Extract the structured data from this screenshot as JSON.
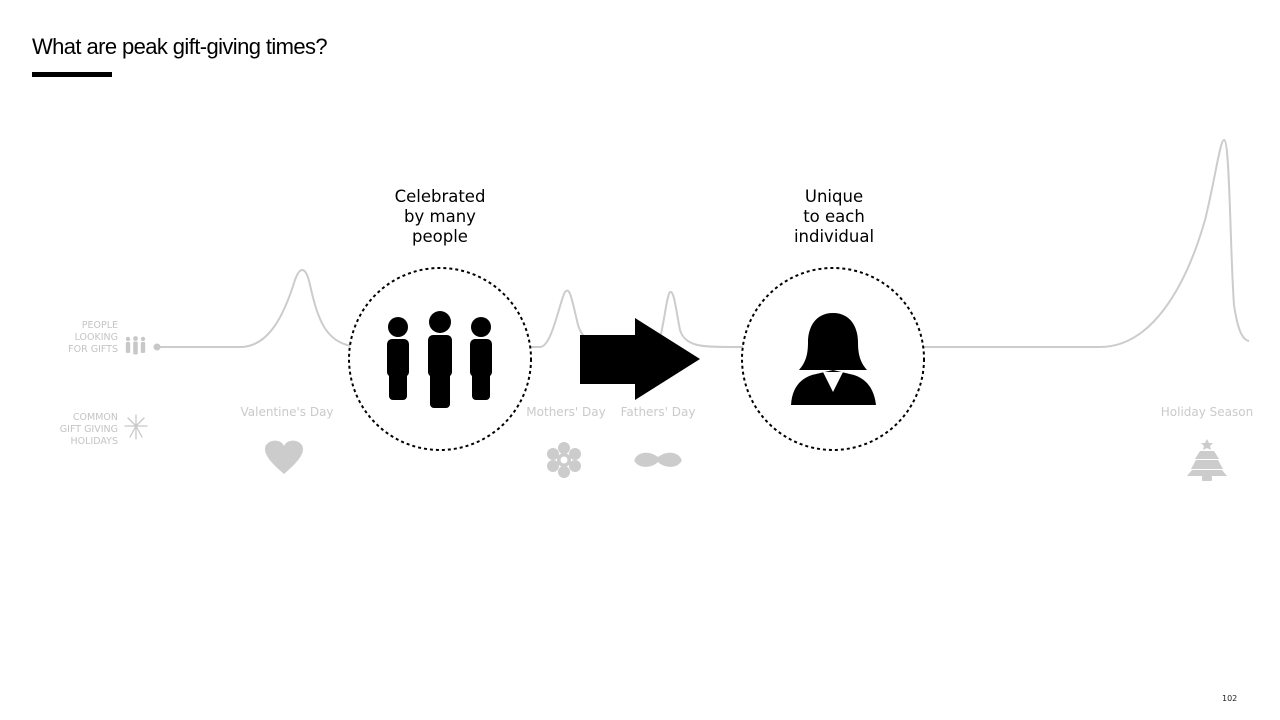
{
  "slide": {
    "title": "What are peak gift-giving times?",
    "page_number": "102"
  },
  "side_labels": {
    "people": [
      "PEOPLE",
      "LOOKING",
      "FOR GIFTS"
    ],
    "holidays": [
      "COMMON",
      "GIFT GIVING",
      "HOLIDAYS"
    ]
  },
  "holidays": [
    {
      "name": "Valentine's Day",
      "icon": "heart-icon"
    },
    {
      "name": "Mothers' Day",
      "icon": "flower-icon"
    },
    {
      "name": "Fathers' Day",
      "icon": "mustache-icon"
    },
    {
      "name": "Holiday Season",
      "icon": "christmas-tree-icon"
    }
  ],
  "callouts": {
    "left": [
      "Celebrated",
      "by many",
      "people"
    ],
    "right": [
      "Unique",
      "to each",
      "individual"
    ]
  },
  "icons": {
    "left_circle": "group-of-people-icon",
    "arrow": "right-arrow-icon",
    "right_circle": "woman-avatar-icon"
  },
  "colors": {
    "muted": "#cccccc",
    "ink": "#000000",
    "background": "#ffffff"
  }
}
